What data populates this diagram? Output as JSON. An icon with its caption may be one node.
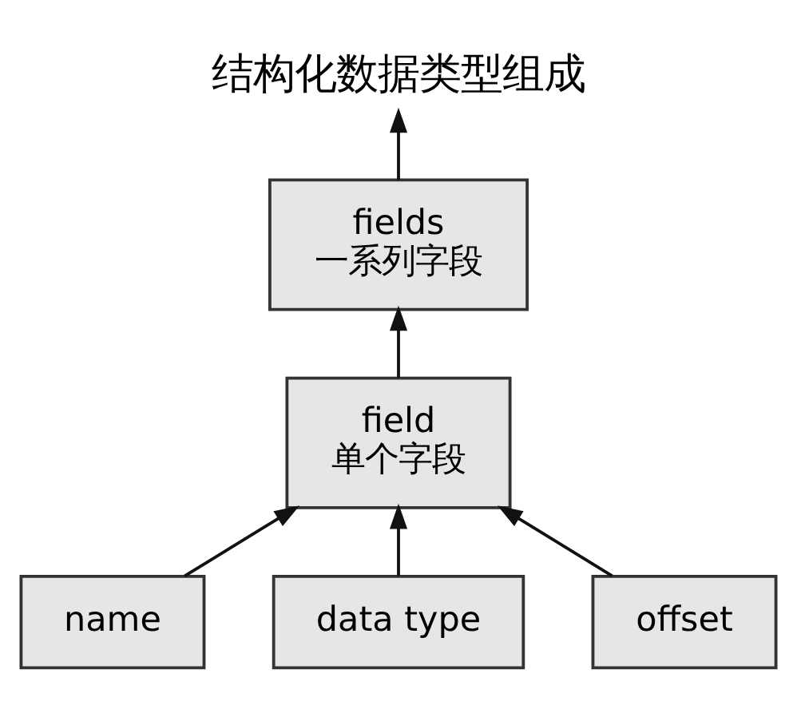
{
  "diagram": {
    "nodes": [
      {
        "text": [
          "结构化数据类型组成"
        ]
      },
      {
        "text": [
          "fields",
          "一系列字段"
        ]
      },
      {
        "text": [
          "field",
          "单个字段"
        ]
      },
      {
        "text": [
          "name"
        ]
      },
      {
        "text": [
          "data type"
        ]
      },
      {
        "text": [
          "offset"
        ]
      }
    ],
    "edges": [
      {
        "from": 1,
        "to": 0,
        "arrow": "to"
      },
      {
        "from": 2,
        "to": 1,
        "arrow": "to"
      },
      {
        "from": 3,
        "to": 2,
        "arrow": "to"
      },
      {
        "from": 4,
        "to": 2,
        "arrow": "to"
      },
      {
        "from": 5,
        "to": 2,
        "arrow": "to"
      }
    ]
  }
}
